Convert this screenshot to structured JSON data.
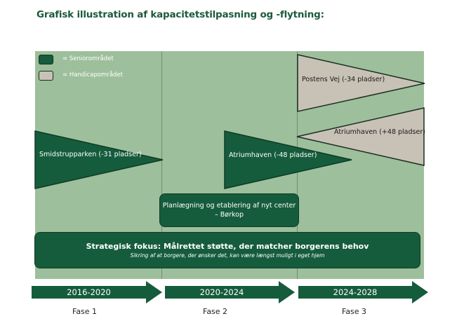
{
  "title": "Grafisk illustration af kapacitetstilpasning og -flytning:",
  "colors": {
    "senior": "#155c3c",
    "handicap": "#c8c2b6",
    "background_panel": "#9dbf9b",
    "title": "#1d5a3c"
  },
  "legend": [
    {
      "label": "= Seniorområdet",
      "area": "senior"
    },
    {
      "label": "= Handicapområdet",
      "area": "handicap"
    }
  ],
  "triangles": [
    {
      "label": "Smidstrupparken (-31 pladser)",
      "area": "senior",
      "direction": "out",
      "phase": 1
    },
    {
      "label": "Atriumhaven (-48 pladser)",
      "area": "senior",
      "direction": "out",
      "phase": 2
    },
    {
      "label": "Postens Vej (-34 pladser)",
      "area": "handicap",
      "direction": "out",
      "phase": 3
    },
    {
      "label": "Atriumhaven (+48 pladser)",
      "area": "handicap",
      "direction": "in",
      "phase": 3
    }
  ],
  "planning_box": {
    "line1": "Planlægning og etablering af nyt center",
    "line2": "– Børkop"
  },
  "strategic_focus": {
    "heading": "Strategisk fokus: Målrettet støtte, der matcher borgerens behov",
    "subheading": "Sikring af at borgere, der ønsker det, kan være længst muligt i eget hjem"
  },
  "timeline": [
    {
      "period": "2016-2020",
      "phase": "Fase 1"
    },
    {
      "period": "2020-2024",
      "phase": "Fase 2"
    },
    {
      "period": "2024-2028",
      "phase": "Fase 3"
    }
  ]
}
